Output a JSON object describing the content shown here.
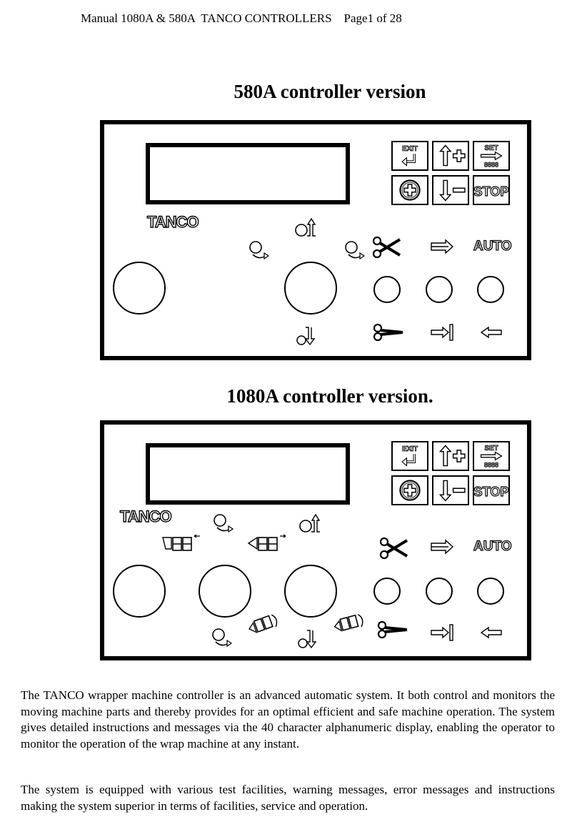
{
  "header": {
    "text": "Manual 1080A & 580A  TANCO CONTROLLERS    Page1 of 28"
  },
  "section_580": {
    "title": "580A controller version",
    "logo": "TANCO",
    "auto_label": "AUTO",
    "keys": {
      "exit": "EXIT",
      "set": "SET",
      "set_digits": "8888",
      "stop": "STOP"
    }
  },
  "section_1080": {
    "title": "1080A controller version.",
    "logo": "TANCO",
    "auto_label": "AUTO",
    "keys": {
      "exit": "EXIT",
      "set": "SET",
      "set_digits": "8888",
      "stop": "STOP"
    }
  },
  "paragraphs": [
    "The TANCO wrapper machine controller is an advanced automatic system. It both control and monitors the moving machine parts and thereby provides for an optimal efficient and safe machine operation. The system gives detailed instructions and messages via the 40 character alphanumeric display, enabling the operator to monitor the operation of the wrap machine at any instant.",
    "The system is equipped with various test facilities, warning messages, error messages and instructions making the system superior in terms of facilities, service and operation."
  ],
  "icons": [
    "exit-icon",
    "up-plus-icon",
    "set-icon",
    "plus-circle-icon",
    "down-minus-icon",
    "stop-icon",
    "scissors-open-icon",
    "scissors-closed-icon",
    "arrow-right-double-icon",
    "arrow-right-bar-icon",
    "arrow-left-icon",
    "bale-tilt-icon",
    "arm-rotate-icon",
    "counter-icon"
  ]
}
